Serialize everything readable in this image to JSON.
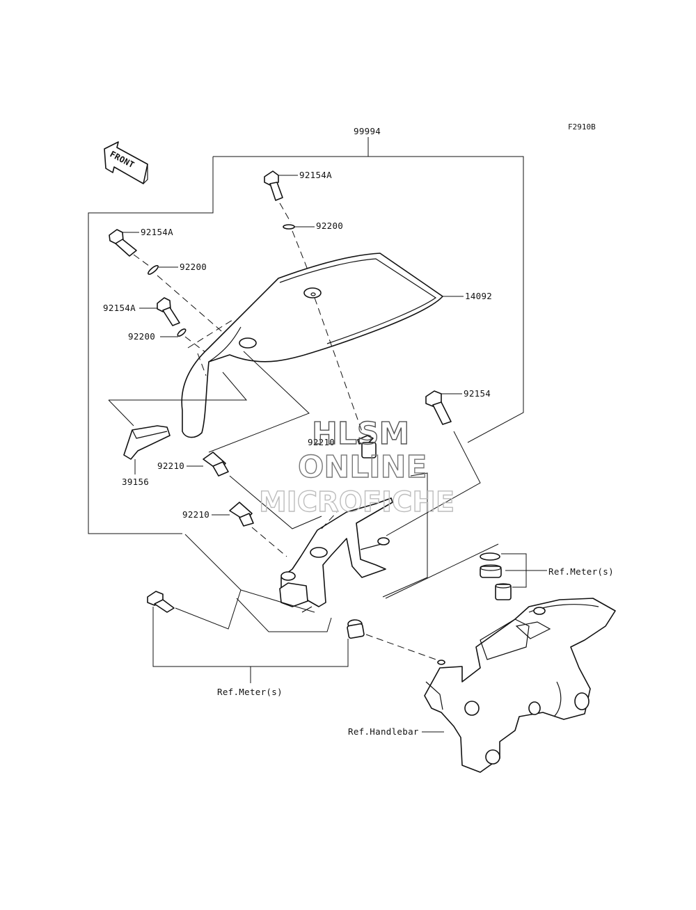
{
  "figure_code": "F2910B",
  "front_label": "FRONT",
  "watermark": {
    "line1": "HLSM",
    "line2": "ONLINE",
    "line3": "MICROFICHE"
  },
  "parts": {
    "p99994": "99994",
    "p92154A_top": "92154A",
    "p92200_top": "92200",
    "p92154A_left": "92154A",
    "p92200_left": "92200",
    "p92154A_mid": "92154A",
    "p92200_mid": "92200",
    "p14092": "14092",
    "p92154": "92154",
    "p92210_a": "92210",
    "p92210_b": "92210",
    "p92210_c": "92210",
    "p39156": "39156",
    "ref_meter_right": "Ref.Meter(s)",
    "ref_meter_bottom": "Ref.Meter(s)",
    "ref_handlebar": "Ref.Handlebar"
  }
}
